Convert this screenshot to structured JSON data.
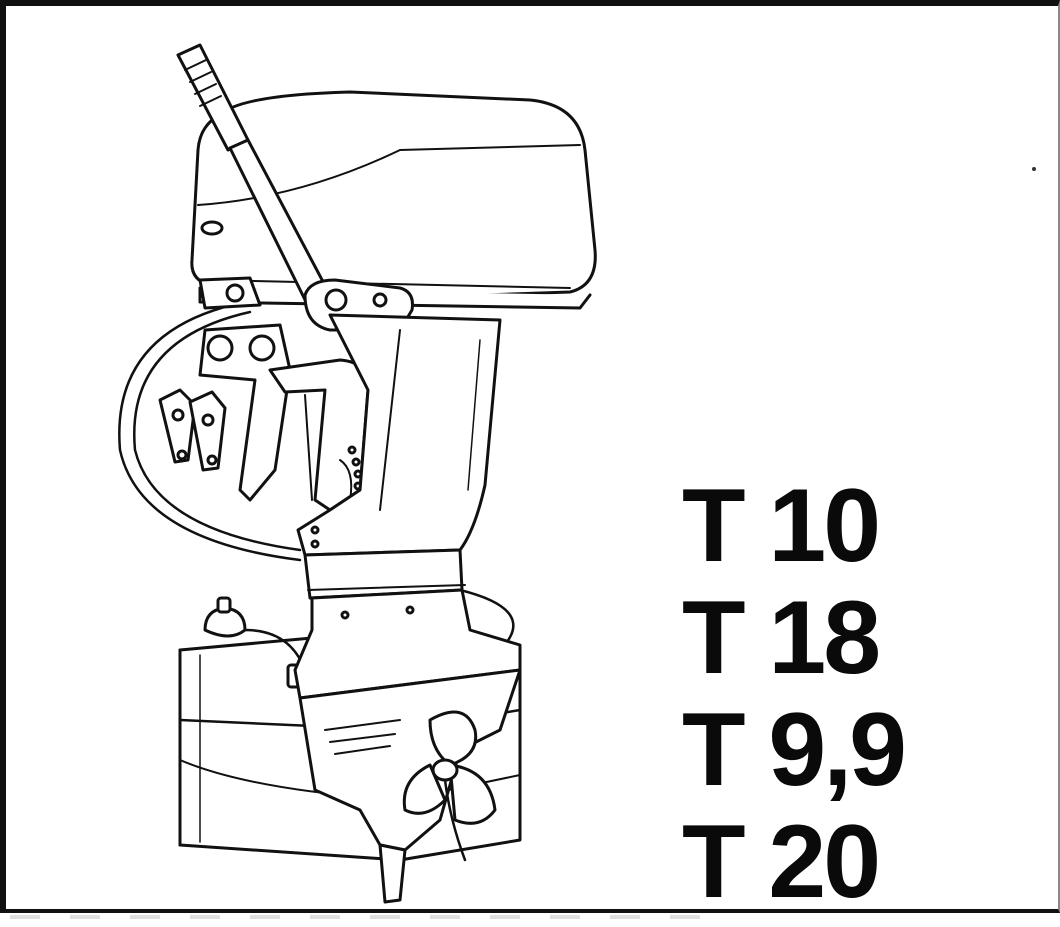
{
  "models": [
    {
      "label": "T 10"
    },
    {
      "label": "T 18"
    },
    {
      "label": "T 9,9"
    },
    {
      "label": "T 20"
    }
  ],
  "illustration": {
    "icon": "outboard-motor-with-fuel-tank-icon"
  }
}
